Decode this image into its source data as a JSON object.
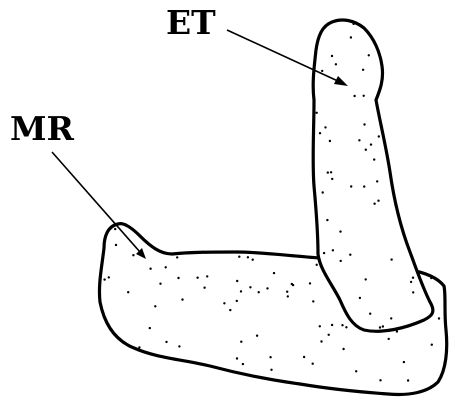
{
  "labels": {
    "et": "ET",
    "mr": "MR"
  },
  "structures": [
    {
      "id": "et",
      "name": "ET"
    },
    {
      "id": "mr",
      "name": "MR"
    }
  ],
  "colors": {
    "ink": "#000000",
    "fill": "#ffffff"
  }
}
